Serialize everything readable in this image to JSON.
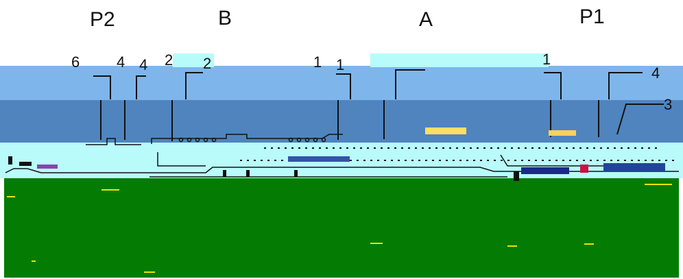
{
  "labels": {
    "p2": "P2",
    "b": "B",
    "a": "A",
    "p1": "P1",
    "n6": "6",
    "n4a": "4",
    "n4b": "4",
    "n2_a": "2",
    "n2_b": "2",
    "n1a": "1",
    "n1b": "1",
    "n1c": "1",
    "n4c": "4",
    "n3": "3"
  },
  "colors": {
    "sky": "#7eb6ec",
    "mid_blue": "#4f84bf",
    "cyan": "#b8fbfa",
    "green": "#047c04",
    "line": "#111111"
  }
}
